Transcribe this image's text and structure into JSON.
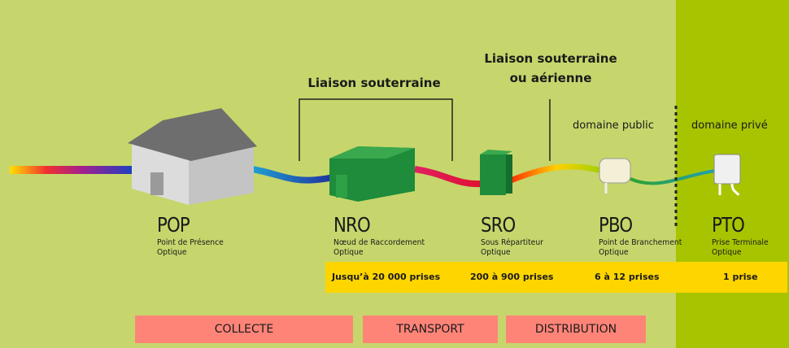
{
  "links": {
    "nro_sro": "Liaison souterraine",
    "sro_pbo": [
      "Liaison souterraine",
      "ou aérienne"
    ]
  },
  "domains": {
    "public": "domaine public",
    "prive": "domaine privé"
  },
  "nodes": [
    {
      "code": "POP",
      "desc": [
        "Point de Présence",
        "Optique"
      ]
    },
    {
      "code": "NRO",
      "desc": [
        "Nœud de Raccordement",
        "Optique"
      ]
    },
    {
      "code": "SRO",
      "desc": [
        "Sous Répartiteur",
        "Optique"
      ]
    },
    {
      "code": "PBO",
      "desc": [
        "Point de Branchement",
        "Optique"
      ]
    },
    {
      "code": "PTO",
      "desc": [
        "Prise Terminale",
        "Optique"
      ]
    }
  ],
  "capacities": [
    "Jusqu’à 20 000 prises",
    "200 à 900 prises",
    "6 à 12 prises",
    "1 prise"
  ],
  "segments": [
    "COLLECTE",
    "TRANSPORT",
    "DISTRIBUTION"
  ],
  "colors": {
    "bg": "#c6d66c",
    "prive": "#a8c400",
    "capacity": "#ffd500",
    "segment": "#ff8478"
  }
}
